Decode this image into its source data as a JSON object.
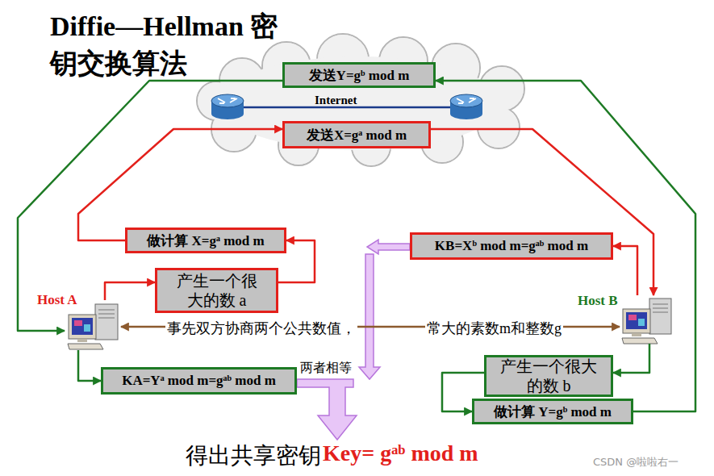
{
  "diagram": {
    "title": "Diffie—Hellman 密钥交换算法",
    "nodes": [
      {
        "text": [
          "发送Y=gᵇ mod m"
        ]
      },
      {
        "text": [
          "发送X=gᵃ mod m"
        ]
      },
      {
        "text": [
          "做计算 X=gᵃ mod m"
        ]
      },
      {
        "text": [
          "Host A"
        ]
      },
      {
        "text": [
          "产生一个很大的数 a"
        ]
      },
      {
        "text": [
          "KB=Xᵇ mod m=gᵃᵇ mod m"
        ]
      },
      {
        "text": [
          "Host B"
        ]
      },
      {
        "text": [
          "KA=Yᵃ mod m=gᵃᵇ mod m"
        ]
      },
      {
        "text": [
          "产生一个很大的数 b"
        ]
      },
      {
        "text": [
          "做计算 Y=gᵇ mod m"
        ]
      }
    ],
    "edges": [
      {
        "from": 3,
        "to": 4,
        "arrow": "to"
      },
      {
        "from": 4,
        "to": 2,
        "arrow": "to"
      },
      {
        "from": 2,
        "to": 1,
        "arrow": "to"
      },
      {
        "from": 1,
        "to": 6,
        "arrow": "to"
      },
      {
        "from": 6,
        "to": 8,
        "arrow": "to"
      },
      {
        "from": 8,
        "to": 9,
        "arrow": "to"
      },
      {
        "from": 9,
        "to": 0,
        "arrow": "to"
      },
      {
        "from": 0,
        "to": 3,
        "arrow": "to"
      },
      {
        "from": 3,
        "to": 7,
        "arrow": "to"
      },
      {
        "from": 6,
        "to": 5,
        "arrow": "to"
      },
      {
        "from": 3,
        "to": 6,
        "label": "事先双方协商两个公共数值，",
        "arrow": "both"
      }
    ],
    "labels": [
      "Internet",
      "常大的素数m和整数g",
      "两者相等",
      "得出共享密钥",
      "Key= gᵃᵇ mod m",
      "CSDN @啦啦右一"
    ]
  }
}
